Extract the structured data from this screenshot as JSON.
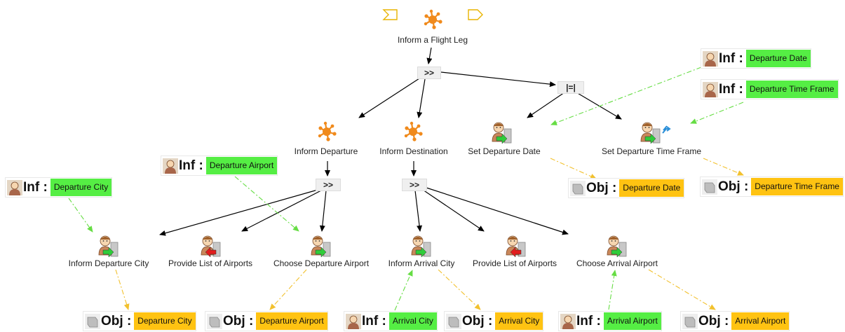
{
  "colors": {
    "inf_value": "#55ee44",
    "obj_value": "#ffc312",
    "arrow_tree": "#000000",
    "arrow_inf": "#66dd44",
    "arrow_obj": "#f2c12e",
    "splat": "#f08a1c"
  },
  "root": {
    "label": "Inform a Flight Leg",
    "icon": "splat-task-icon",
    "marker_start": "start-marker-icon",
    "marker_end": "end-marker-icon"
  },
  "operators": {
    "root_seq": ">>",
    "date_interleave": "|=|",
    "departure_seq": ">>",
    "destination_seq": ">>"
  },
  "tasks": {
    "inform_departure": "Inform Departure",
    "inform_destination": "Inform Destination",
    "set_departure_date": "Set Departure Date",
    "set_departure_time_frame": "Set Departure Time Frame",
    "inform_departure_city": "Inform Departure City",
    "provide_list_airports_1": "Provide List of Airports",
    "choose_departure_airport": "Choose Departure Airport",
    "inform_arrival_city": "Inform Arrival City",
    "provide_list_airports_2": "Provide List of Airports",
    "choose_arrival_airport": "Choose Arrival Airport"
  },
  "refs": {
    "kind_inf": "Inf :",
    "kind_obj": "Obj :",
    "inf_departure_date": "Departure Date",
    "inf_departure_time_frame": "Departure Time Frame",
    "inf_departure_airport": "Departure Airport",
    "inf_departure_city": "Departure City",
    "obj_departure_date": "Departure Date",
    "obj_departure_time_frame": "Departure Time Frame",
    "obj_departure_city": "Departure City",
    "obj_departure_airport": "Departure Airport",
    "inf_arrival_city": "Arrival City",
    "obj_arrival_city": "Arrival City",
    "inf_arrival_airport": "Arrival Airport",
    "obj_arrival_airport": "Arrival Airport"
  }
}
